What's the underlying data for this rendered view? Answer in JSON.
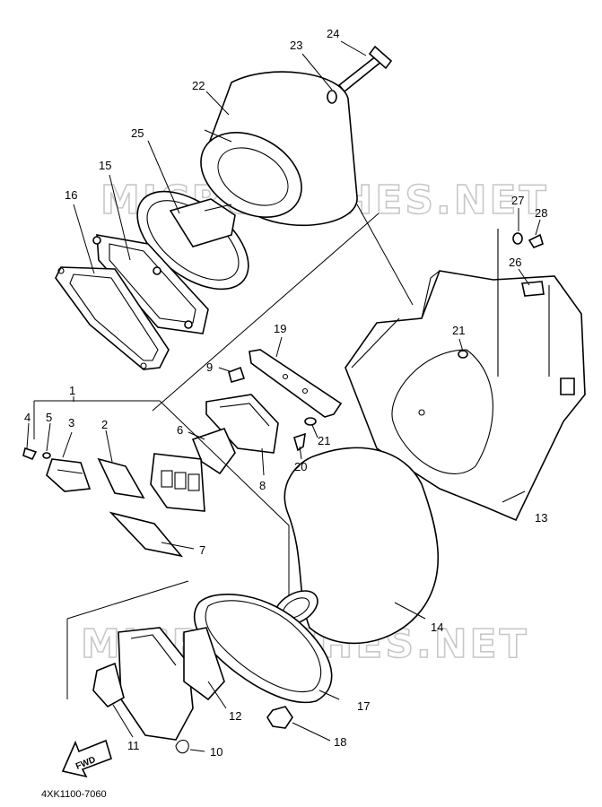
{
  "diagram": {
    "watermarks": [
      "MICROFICHES.NET",
      "MICROFICHES.NET"
    ],
    "code": "4XK1100-7060",
    "fwd_label": "FWD",
    "callouts": [
      "1",
      "2",
      "3",
      "4",
      "5",
      "6",
      "7",
      "8",
      "9",
      "10",
      "11",
      "12",
      "13",
      "14",
      "15",
      "16",
      "17",
      "18",
      "19",
      "20",
      "21",
      "21",
      "22",
      "23",
      "24",
      "25",
      "26",
      "27",
      "28"
    ]
  }
}
